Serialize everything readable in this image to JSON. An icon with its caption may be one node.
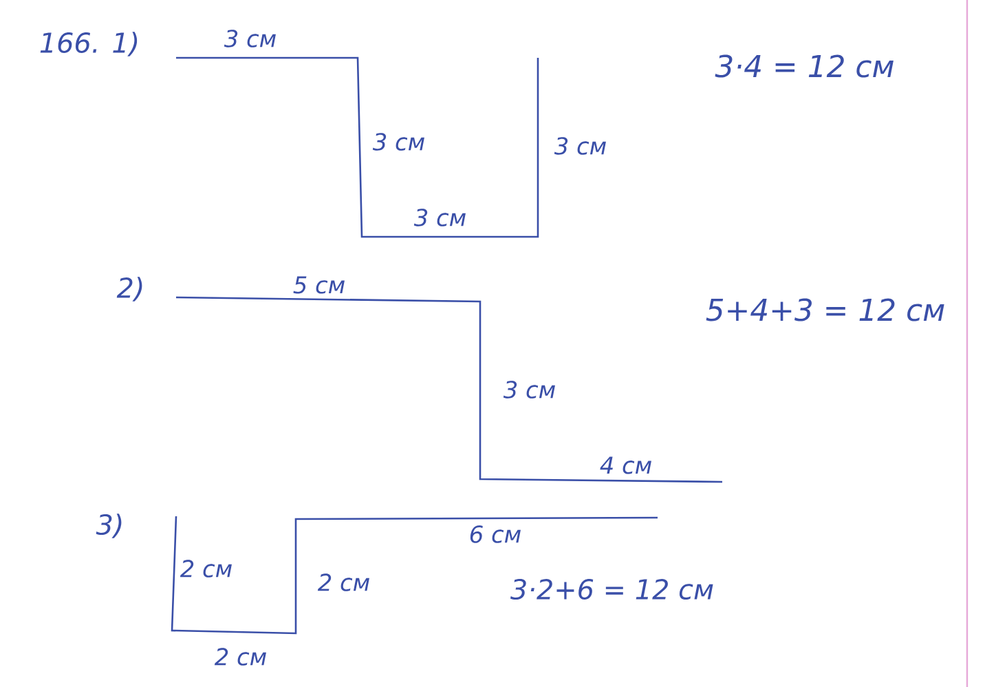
{
  "diagram": {
    "labels": [
      "166. 1)",
      "3 см",
      "3 см",
      "3 см",
      "3 см",
      "3·4 = 12 см",
      "2)",
      "5 см",
      "5+4+3 = 12 см",
      "3 см",
      "4 см",
      "3)",
      "6 см",
      "2 см",
      "2 см",
      "3·2+6 = 12 см",
      "2 см"
    ]
  }
}
